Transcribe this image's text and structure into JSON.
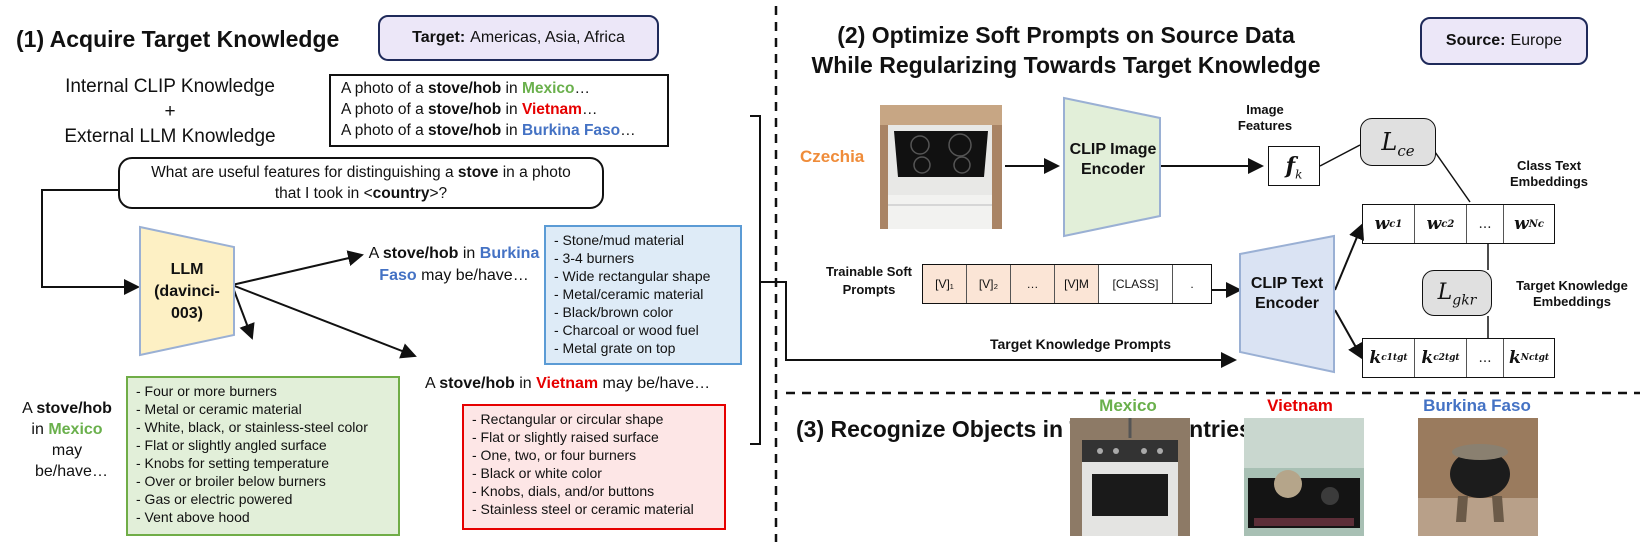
{
  "section1": {
    "title": "(1) Acquire Target Knowledge",
    "target_label": "Target:",
    "target_value": "Americas, Asia, Africa",
    "knowledge_line1": "Internal CLIP Knowledge",
    "knowledge_plus": "+",
    "knowledge_line2": "External LLM Knowledge",
    "prompts": [
      {
        "prefix": "A photo of a ",
        "object": "stove/hob",
        "mid": " in ",
        "country": "Mexico",
        "suffix": "…"
      },
      {
        "prefix": "A photo of a ",
        "object": "stove/hob",
        "mid": " in ",
        "country": "Vietnam",
        "suffix": "…"
      },
      {
        "prefix": "A photo of a ",
        "object": "stove/hob",
        "mid": " in ",
        "country": "Burkina Faso",
        "suffix": "…"
      }
    ],
    "question_part1": "What are useful features for distinguishing a ",
    "question_bold": "stove",
    "question_part2": " in a photo",
    "question_line2_a": "that I took in <",
    "question_line2_b": "country",
    "question_line2_c": ">?",
    "llm_label": "LLM (davinci-003)",
    "burkina_resp": {
      "a": "A ",
      "obj": "stove/hob",
      "b": " in",
      "country": "Burkina Faso",
      "c": " may be/have…"
    },
    "vietnam_resp": {
      "a": "A ",
      "obj": "stove/hob",
      "b": " in ",
      "country": "Vietnam",
      "c": " may be/have…"
    },
    "mexico_resp": {
      "a": "A ",
      "obj": "stove/hob",
      "b": "in ",
      "country": "Mexico",
      "c": "may be/have…"
    },
    "burkina_features": [
      "- Stone/mud material",
      "- 3-4 burners",
      "- Wide rectangular shape",
      "- Metal/ceramic material",
      "- Black/brown color",
      "- Charcoal or wood fuel",
      "- Metal grate on top"
    ],
    "mexico_features": [
      "- Four or more burners",
      "- Metal or ceramic material",
      "- White, black, or stainless-steel color",
      "- Flat or slightly angled surface",
      "- Knobs for setting temperature",
      "- Over or broiler below burners",
      "- Gas or electric powered",
      "- Vent above hood"
    ],
    "vietnam_features": [
      "- Rectangular  or circular shape",
      "- Flat or slightly raised surface",
      "- One, two, or four burners",
      "- Black or white color",
      "- Knobs, dials, and/or buttons",
      "- Stainless steel or ceramic material"
    ]
  },
  "section2": {
    "title_line1": "(2) Optimize Soft Prompts on Source Data",
    "title_line2": "While Regularizing Towards Target Knowledge",
    "source_label": "Source:",
    "source_value": "Europe",
    "source_country": "Czechia",
    "image_encoder": "CLIP Image Encoder",
    "text_encoder": "CLIP Text Encoder",
    "image_features_label": "Image Features",
    "image_feature_symbol": "f",
    "image_feature_sub": "k",
    "loss_ce": "L",
    "loss_ce_sub": "ce",
    "loss_gkr": "L",
    "loss_gkr_sub": "gkr",
    "class_text_label": "Class Text Embeddings",
    "target_knowledge_label": "Target Knowledge Embeddings",
    "trainable_label": "Trainable Soft Prompts",
    "tokens": [
      "[V]₁",
      "[V]₂",
      "…",
      "[V]M",
      "[CLASS]",
      "."
    ],
    "target_knowledge_prompts_label": "Target Knowledge Prompts",
    "w_cells": [
      "w",
      "w",
      "…",
      "w"
    ],
    "w_subs": [
      "c1",
      "c2",
      "",
      "Nc"
    ],
    "k_cells": [
      "k",
      "k",
      "…",
      "k"
    ],
    "k_subs": [
      "c1",
      "c2",
      "",
      "Nc"
    ],
    "k_sup": "tgt"
  },
  "section3": {
    "title": "(3) Recognize Objects in Target Countries",
    "countries": [
      "Mexico",
      "Vietnam",
      "Burkina Faso"
    ]
  },
  "colors": {
    "green": "#6ab04c",
    "red": "#e60000",
    "blue": "#4472c4",
    "orange": "#ef8c3a",
    "encoder_green": "#e2efd9",
    "encoder_blue": "#dae3f3",
    "llm_yellow": "#fdf0c4",
    "token_peach": "#fbe5d6"
  }
}
